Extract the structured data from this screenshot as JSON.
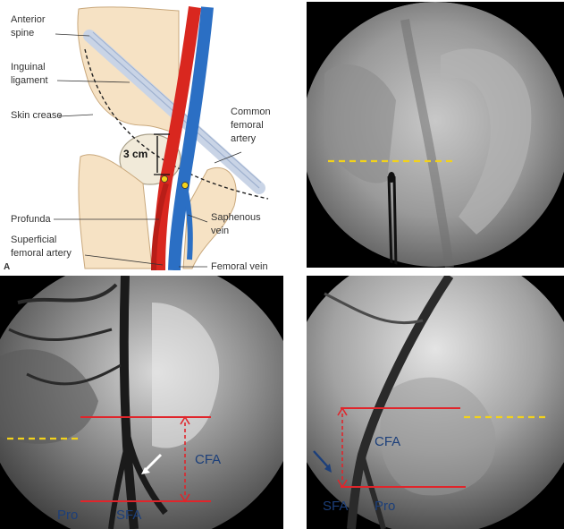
{
  "anatomy": {
    "labels": {
      "anterior_spine": "Anterior\nspine",
      "inguinal_ligament": "Inguinal\nligament",
      "skin_crease": "Skin crease",
      "common_femoral_artery": "Common\nfemoral\nartery",
      "profunda": "Profunda",
      "superficial_femoral_artery": "Superficial\nfemoral artery",
      "saphenous_vein": "Saphenous\nvein",
      "femoral_vein": "Femoral vein",
      "distance": "3 cm",
      "panel_letter": "A"
    }
  },
  "angio_left": {
    "labels": {
      "cfa": "CFA",
      "pro": "Pro",
      "sfa": "SFA"
    }
  },
  "angio_right": {
    "labels": {
      "cfa": "CFA",
      "pro": "Pro",
      "sfa": "SFA"
    }
  },
  "colors": {
    "artery": "#d9271f",
    "vein": "#2b6fc4",
    "marker_red": "#e0252b",
    "marker_yellow": "#f2d21b",
    "label_blue": "#1c3f7a"
  }
}
